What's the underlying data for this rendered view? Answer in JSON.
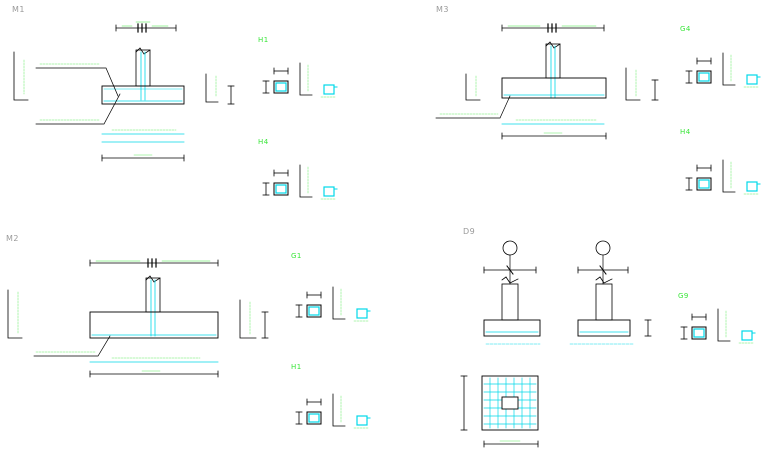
{
  "sections": {
    "m1": "M1",
    "m2": "M2",
    "m3": "M3",
    "d9": "D9"
  },
  "details": {
    "h1_a": "H1",
    "h4_a": "H4",
    "g1": "G1",
    "h1_b": "H1",
    "g4": "G4",
    "h4_b": "H4",
    "g9": "G9"
  },
  "colors": {
    "black": "#000000",
    "cyan": "#00d8e8",
    "green": "#39e639",
    "grey": "#9a9a9a"
  }
}
